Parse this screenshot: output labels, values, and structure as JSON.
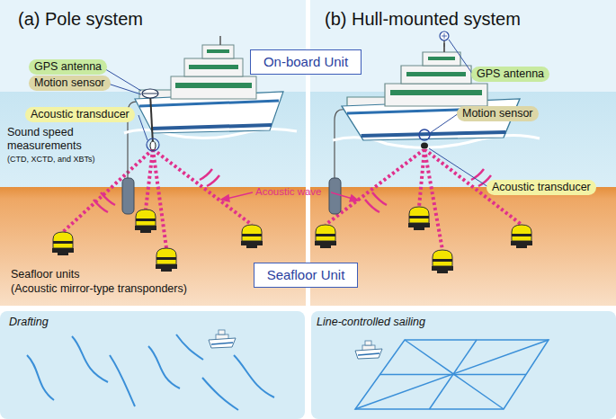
{
  "diagram": {
    "nodes": [
      {
        "text": [
          "(a) Pole system"
        ]
      },
      {
        "text": [
          "GPS antenna"
        ],
        "in": 0
      },
      {
        "text": [
          "Motion sensor"
        ],
        "in": 0
      },
      {
        "text": [
          "Acoustic transducer"
        ],
        "in": 0
      },
      {
        "text": [
          "(b) Hull-mounted system"
        ]
      },
      {
        "text": [
          "On-board Unit"
        ]
      },
      {
        "text": [
          "GPS antenna"
        ],
        "in": 4
      },
      {
        "text": [
          "Motion sensor"
        ],
        "in": 4
      },
      {
        "text": [
          "Acoustic transducer"
        ],
        "in": 4
      },
      {
        "text": [
          "Seafloor Unit"
        ]
      },
      {
        "text": [
          "Drafting"
        ]
      },
      {
        "text": [
          "Line-controlled sailing"
        ]
      }
    ],
    "labels": [
      "Sound speed measurements",
      "(CTD, XCTD, and XBTs)",
      "Acoustic wave",
      "Seafloor units",
      "(Acoustic mirror-type transponders)"
    ]
  }
}
